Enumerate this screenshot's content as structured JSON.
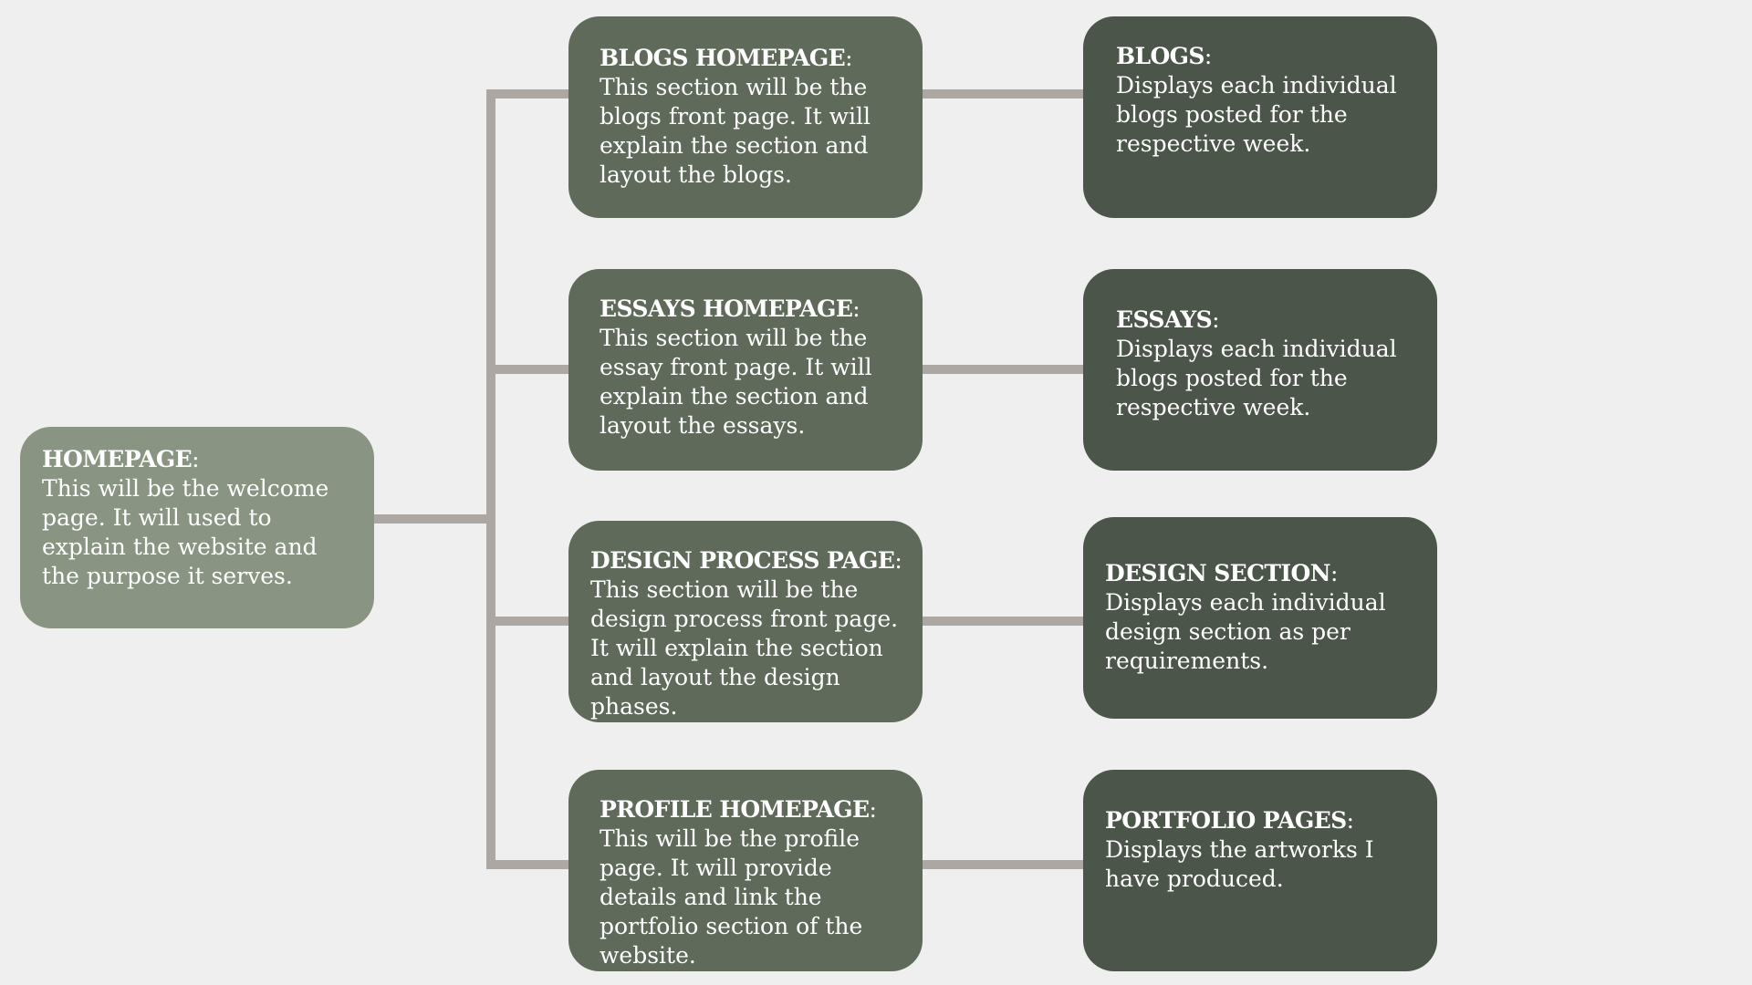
{
  "colors": {
    "background": "#efefef",
    "root_fill": "#8a9482",
    "mid_fill": "#5f6a5b",
    "leaf_fill": "#4b5549",
    "connector": "#aca7a2",
    "text": "#ffffff"
  },
  "root": {
    "title": "HOMEPAGE",
    "colon": ":",
    "body": "This will be the welcome page. It will used to explain the website and the purpose it serves."
  },
  "sections": [
    {
      "page": {
        "title": "BLOGS HOMEPAGE",
        "colon": ":",
        "body": "This section will be the blogs front page. It will explain the section and layout the blogs."
      },
      "detail": {
        "title": "BLOGS",
        "colon": ":",
        "body": "Displays each individual blogs posted for the respective week."
      }
    },
    {
      "page": {
        "title": "ESSAYS HOMEPAGE",
        "colon": ":",
        "body": "This section will be the essay front page. It will explain the section and layout the essays."
      },
      "detail": {
        "title": "ESSAYS",
        "colon": ":",
        "body": "Displays each individual blogs posted for the respective week."
      }
    },
    {
      "page": {
        "title": "DESIGN PROCESS PAGE",
        "colon": ":",
        "body": "This section will be the design process front page. It will explain the section and layout the design phases."
      },
      "detail": {
        "title": "DESIGN SECTION",
        "colon": ":",
        "body": "Displays each individual design section as per requirements."
      }
    },
    {
      "page": {
        "title": "PROFILE HOMEPAGE",
        "colon": ":",
        "body": "This will be the profile page. It will provide details and link the portfolio section of the website."
      },
      "detail": {
        "title": "PORTFOLIO PAGES",
        "colon": ":",
        "body": "Displays the artworks I have produced."
      }
    }
  ]
}
